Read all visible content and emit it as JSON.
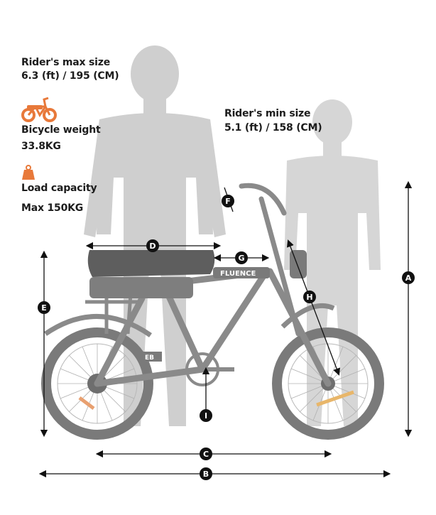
{
  "rider_max": {
    "label": "Rider's max size",
    "value": "6.3 (ft) / 195 (CM)"
  },
  "rider_min": {
    "label": "Rider's min size",
    "value": "5.1 (ft) / 158 (CM)"
  },
  "bicycle_weight": {
    "label": "Bicycle weight",
    "value": "33.8KG",
    "icon": "bicycle-icon"
  },
  "load_capacity": {
    "label": "Load capacity",
    "value": "Max 150KG",
    "icon": "weight-icon"
  },
  "frame_text": {
    "brand": "FLUENCE",
    "badge": "EB"
  },
  "dimensions": {
    "a": "A",
    "b": "B",
    "c": "C",
    "d": "D",
    "e": "E",
    "f": "F",
    "g": "G",
    "h": "H",
    "i": "I"
  },
  "colors": {
    "accent": "#e8793a",
    "silhouette": "#c8c8c8",
    "bike": "#8a8a8a",
    "marker": "#111111"
  }
}
